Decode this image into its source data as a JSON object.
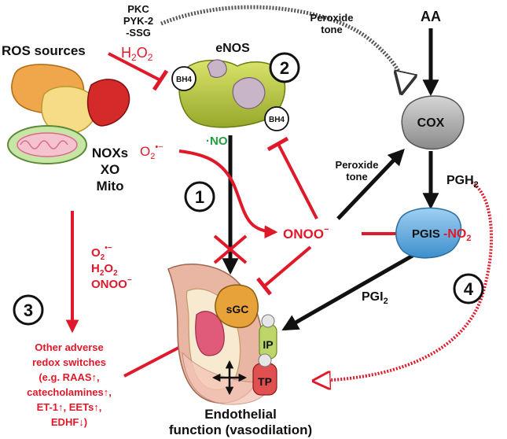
{
  "labels": {
    "pkc": "PKC",
    "pyk2": "PYK-2",
    "ssg": "-SSG",
    "h2o2_top": "H",
    "h2o2_top_sub": "2",
    "h2o2_top_end": "O",
    "h2o2_top_sub2": "2",
    "peroxide_tone_top_1": "Peroxide",
    "peroxide_tone_top_2": "tone",
    "aa": "AA",
    "ros_sources": "ROS sources",
    "enos": "eNOS",
    "bh4_left": "BH4",
    "bh4_right": "BH4",
    "num_2": "2",
    "cox": "COX",
    "nox_1": "NOXs",
    "nox_2": "XO",
    "nox_3": "Mito",
    "no": "NO",
    "no_dot": "·",
    "superoxide": "O",
    "superoxide_sub": "2",
    "superoxide_sup": "•−",
    "peroxide_tone_mid_1": "Peroxide",
    "peroxide_tone_mid_2": "tone",
    "pgh2": "PGH",
    "pgh2_sub": "2",
    "num_1": "1",
    "onoo": "ONOO",
    "onoo_sup": "−",
    "pgis": "PGIS",
    "no2": "-NO",
    "no2_sub": "2",
    "o2_left": "O",
    "o2_left_sub": "2",
    "o2_left_sup": "•−",
    "h2o2_left": "H",
    "h2o2_left_sub": "2",
    "h2o2_left_end": "O",
    "h2o2_left_sub2": "2",
    "onoo_left": "ONOO",
    "onoo_left_sup": "−",
    "pgi2": "PGI",
    "pgi2_sub": "2",
    "num_4": "4",
    "num_3": "3",
    "sgc": "sGC",
    "ip": "IP",
    "tp": "TP",
    "adverse_1": "Other adverse",
    "adverse_2": "redox switches",
    "adverse_3": "(e.g. RAAS↑,",
    "adverse_4": "catecholamines↑,",
    "adverse_5": "ET-1↑, EETs↑,",
    "adverse_6": "EDHF↓)",
    "endo_1": "Endothelial",
    "endo_2": "function (vasodilation)"
  },
  "colors": {
    "black": "#111111",
    "red": "#e0192a",
    "green": "#21a040",
    "enos_green": "#b7c93a",
    "cox_gray": "#a8a8a8",
    "pgis_blue": "#5aa7dc",
    "sgc_orange": "#e8a23a"
  }
}
